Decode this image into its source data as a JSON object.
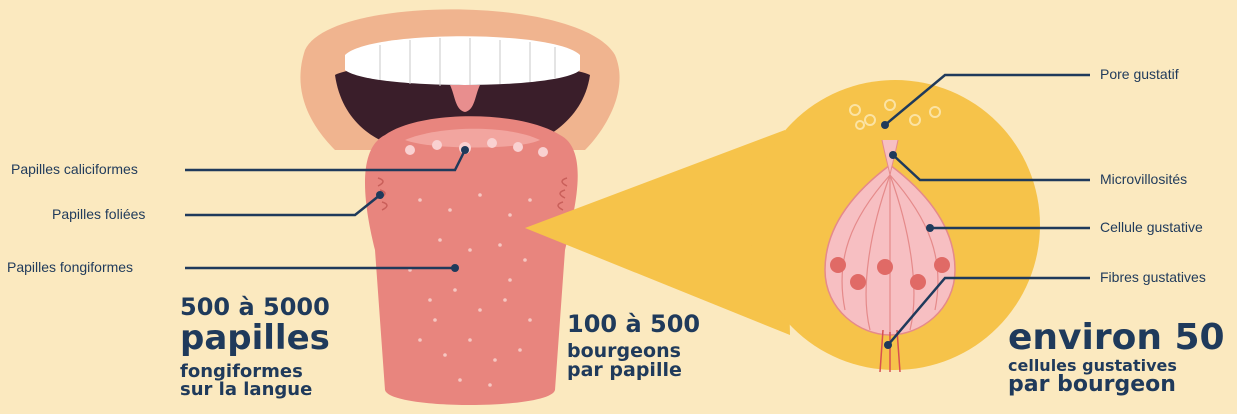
{
  "labels": {
    "left": {
      "circumvallate": "Papilles caliciformes",
      "foliate": "Papilles foliées",
      "fungiform": "Papilles fongiformes"
    },
    "right": {
      "pore": "Pore gustatif",
      "microvilli": "Microvillosités",
      "cell": "Cellule gustative",
      "fibers": "Fibres gustatives"
    }
  },
  "stats": {
    "papillae": {
      "line1": "500 à 5000",
      "line2": "papilles",
      "line3": "fongiformes",
      "line4": "sur la langue"
    },
    "buds": {
      "line1": "100 à 500",
      "line2": "bourgeons",
      "line3": "par papille"
    },
    "cells": {
      "line1": "environ 50",
      "line2": "cellules gustatives",
      "line3": "par bourgeon"
    }
  },
  "colors": {
    "background": "#fbe9bf",
    "text": "#1f3a5b",
    "lip": "#f0b48f",
    "tongue": "#e8857e",
    "circle": "#f6c34a",
    "bud": "#f7bfc2",
    "cell_nucleus": "#e06a66"
  }
}
